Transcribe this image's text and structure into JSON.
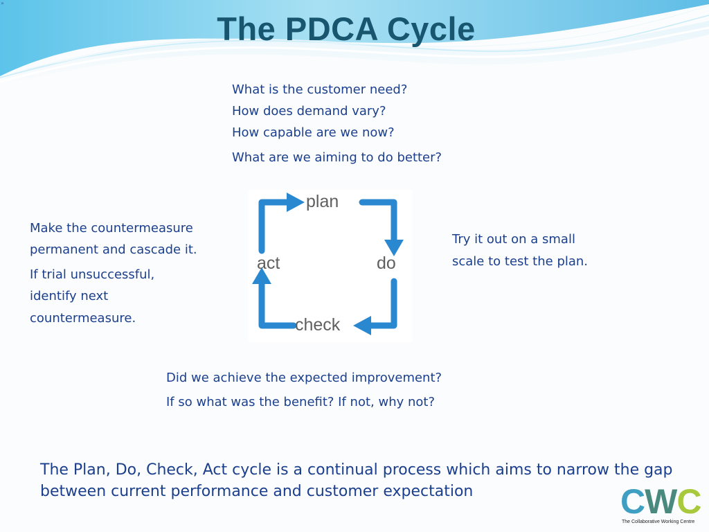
{
  "slide": {
    "title": "The PDCA Cycle",
    "plan_questions": [
      "What is the customer need?",
      "How does demand vary?",
      "How capable are we now?",
      "What are we aiming to do better?"
    ],
    "act_notes": [
      "Make the countermeasure",
      "permanent and cascade it.",
      "If trial unsuccessful,",
      "identify next",
      "countermeasure."
    ],
    "do_notes": [
      "Try it out on a small",
      "scale to test the plan."
    ],
    "check_questions": [
      "Did we achieve the expected improvement?",
      "If so what was the benefit? If not, why not?"
    ],
    "summary": "The Plan, Do, Check, Act cycle is a continual process which aims to narrow the gap between current performance and customer expectation"
  },
  "cycle": {
    "plan": "plan",
    "do": "do",
    "check": "check",
    "act": "act",
    "arrow_color": "#2a88d0"
  },
  "logo": {
    "letters": [
      "C",
      "W",
      "C"
    ],
    "tagline": "The Collaborative Working Centre",
    "colors": [
      "#3f9fc2",
      "#4a8a7e",
      "#a9c93d"
    ]
  },
  "corner_icon": "chevron-right-icon",
  "colors": {
    "title": "#17566e",
    "text": "#1b3f8c",
    "wave_light": "#8fd3ef",
    "wave_dark": "#5ab4de"
  }
}
